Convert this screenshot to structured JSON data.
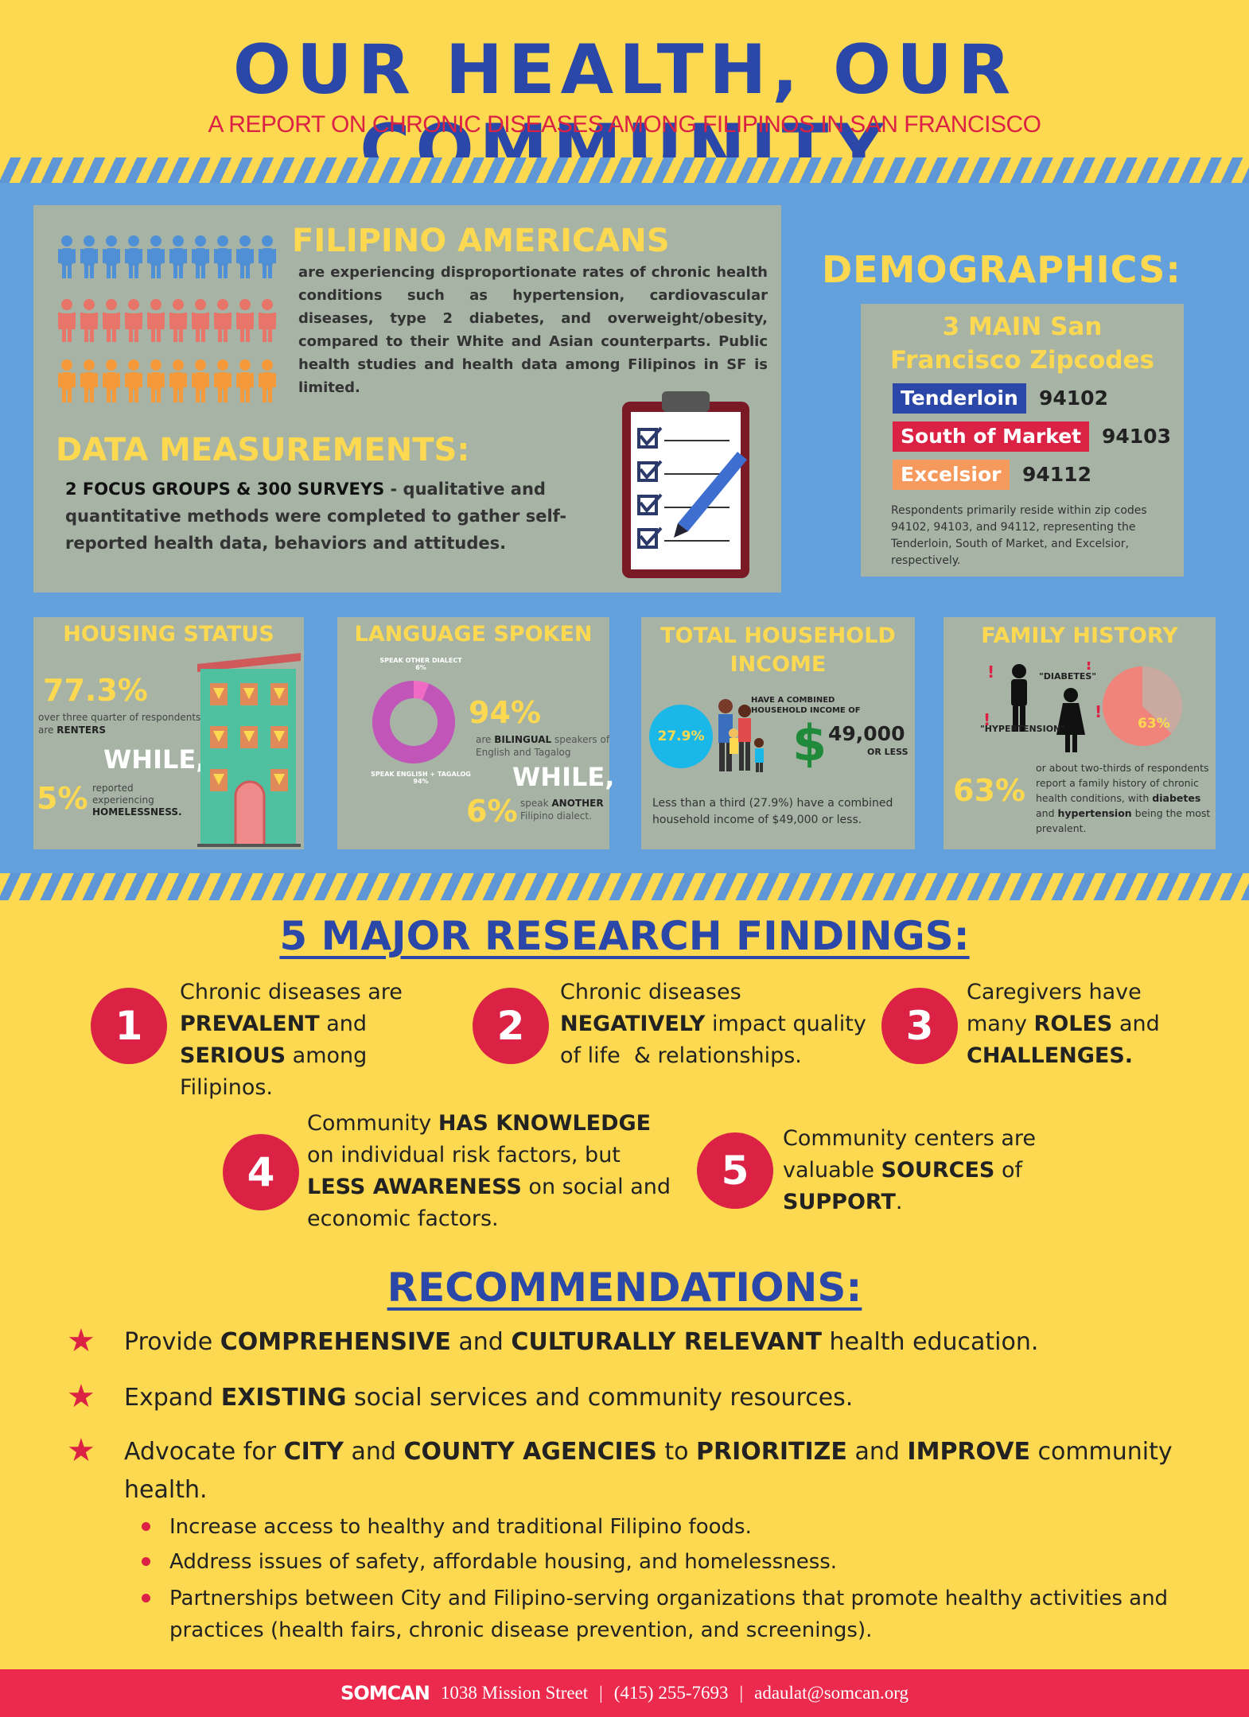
{
  "header": {
    "title": "OUR HEALTH, OUR COMMUNITY",
    "subtitle": "A REPORT ON CHRONIC DISEASES AMONG FILIPINOS IN SAN FRANCISCO"
  },
  "filipino": {
    "heading": "FILIPINO AMERICANS",
    "text": "are experiencing disproportionate rates of chronic health conditions such as hypertension, cardiovascular diseases, type 2 diabetes, and overweight/obesity, compared to their White and Asian counterparts. Public health studies and health data among Filipinos in SF is limited."
  },
  "data_measurements": {
    "heading": "DATA MEASUREMENTS:",
    "bold": "2 FOCUS GROUPS  & 300 SURVEYS",
    "text": " - qualitative and quantitative methods were completed to gather self-reported health data, behaviors and attitudes."
  },
  "demographics": {
    "heading": "DEMOGRAPHICS:",
    "subheading": "3 MAIN San Francisco Zipcodes",
    "zips": [
      {
        "name": "Tenderloin",
        "code": "94102",
        "color": "#2b48a8"
      },
      {
        "name": "South of Market",
        "code": "94103",
        "color": "#dc2244"
      },
      {
        "name": "Excelsior",
        "code": "94112",
        "color": "#f59a5c"
      }
    ],
    "note": "Respondents primarily reside within zip codes 94102, 94103, and 94112, representing the Tenderloin, South of Market, and Excelsior, respectively."
  },
  "housing": {
    "heading": "HOUSING STATUS",
    "pct1": "77.3%",
    "text1": "over three quarter of respondents are ",
    "text1b": "RENTERS",
    "while": "WHILE,",
    "pct2": "5%",
    "text2": "reported experiencing ",
    "text2b": "HOMELESSNESS."
  },
  "language": {
    "heading": "LANGUAGE SPOKEN",
    "label_other": "SPEAK OTHER DIALECT",
    "label_other_pct": "6%",
    "label_main": "SPEAK ENGLISH + TAGALOG",
    "label_main_pct": "94%",
    "pct1": "94%",
    "text1a": "are ",
    "text1b": "BILINGUAL",
    "text1c": " speakers of English and Tagalog",
    "while": "WHILE,",
    "pct2": "6%",
    "text2a": "speak ",
    "text2b": "ANOTHER",
    "text2c": " Filipino dialect.",
    "slices": [
      94,
      6
    ],
    "colors": [
      "#c155b8",
      "#f06bc4"
    ]
  },
  "income": {
    "heading": "TOTAL HOUSEHOLD INCOME",
    "pct": "27.9%",
    "label": "HAVE A COMBINED HOUSEHOLD INCOME OF",
    "amount": "49,000",
    "dollar": "$",
    "or_less": "OR LESS",
    "text": "Less than a third (27.9%) have a combined household income of $49,000 or less."
  },
  "family": {
    "heading": "FAMILY HISTORY",
    "diabetes": "\"DIABETES\"",
    "hypertension": "\"HYPERTENSION\"",
    "pie_pct": "63%",
    "big_pct": "63%",
    "text_a": "or about two-thirds of respondents report a family history of chronic health conditions, with ",
    "text_b": "diabetes",
    "text_c": " and ",
    "text_d": "hypertension",
    "text_e": " being the most prevalent.",
    "slices": [
      63,
      37
    ],
    "colors": [
      "#f0837a",
      "#c9a9a0"
    ]
  },
  "findings": {
    "title": "5  MAJOR RESEARCH FINDINGS: ",
    "items": [
      {
        "num": "1"
      },
      {
        "num": "2"
      },
      {
        "num": "3"
      },
      {
        "num": "4"
      },
      {
        "num": "5"
      }
    ]
  },
  "recommendations": {
    "title": "RECOMMENDATIONS:",
    "sub": [
      "Increase access to healthy and traditional Filipino foods.",
      "Address issues of safety, affordable housing, and homelessness.",
      "Partnerships between City and Filipino-serving organizations that promote healthy activities and practices (health fairs, chronic disease prevention, and screenings)."
    ]
  },
  "footer": {
    "logo": "SOMCAN",
    "address": "1038 Mission Street",
    "phone": "(415) 255-7693",
    "email": "adaulat@somcan.org",
    "sep": "|"
  }
}
